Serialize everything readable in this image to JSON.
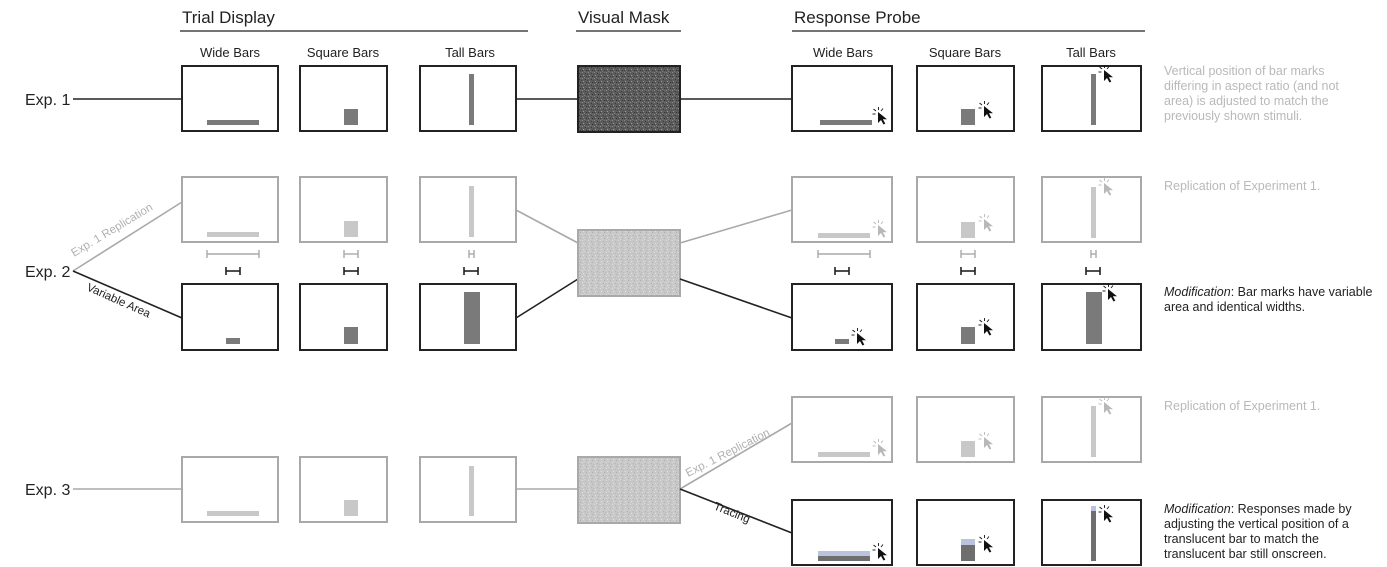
{
  "headers": {
    "trial_display": "Trial Display",
    "visual_mask": "Visual Mask",
    "response_probe": "Response Probe"
  },
  "conditions": {
    "wide": "Wide Bars",
    "square": "Square Bars",
    "tall": "Tall Bars"
  },
  "experiments": {
    "exp1": "Exp. 1",
    "exp2": "Exp. 2",
    "exp3": "Exp. 3"
  },
  "branch_labels": {
    "exp2_replication": "Exp. 1 Replication",
    "exp2_variable": "Variable Area",
    "exp3_replication": "Exp. 1 Replication",
    "exp3_tracing": "Tracing"
  },
  "notes": {
    "exp1": "Vertical position of bar marks differing in aspect ratio (and not area) is adjusted to match the previously shown stimuli.",
    "exp2_replication": "Replication of Experiment 1.",
    "exp2_mod_label": "Modification",
    "exp2_mod_text": ": Bar marks have variable area and identical widths.",
    "exp3_replication": "Replication of Experiment 1.",
    "exp3_mod_label": "Modification",
    "exp3_mod_text": ": Responses made by adjusting the vertical position of a translucent bar to match the translucent bar still onscreen."
  },
  "colors": {
    "dark_stroke": "#222222",
    "light_stroke": "#a9a9a9",
    "dark_bar": "#7a7a7a",
    "light_bar": "#c8c8c8",
    "dark_mask": "#5a5a5a",
    "light_mask": "#c9c9c9",
    "translucent_bar": "#b9c4dc"
  }
}
